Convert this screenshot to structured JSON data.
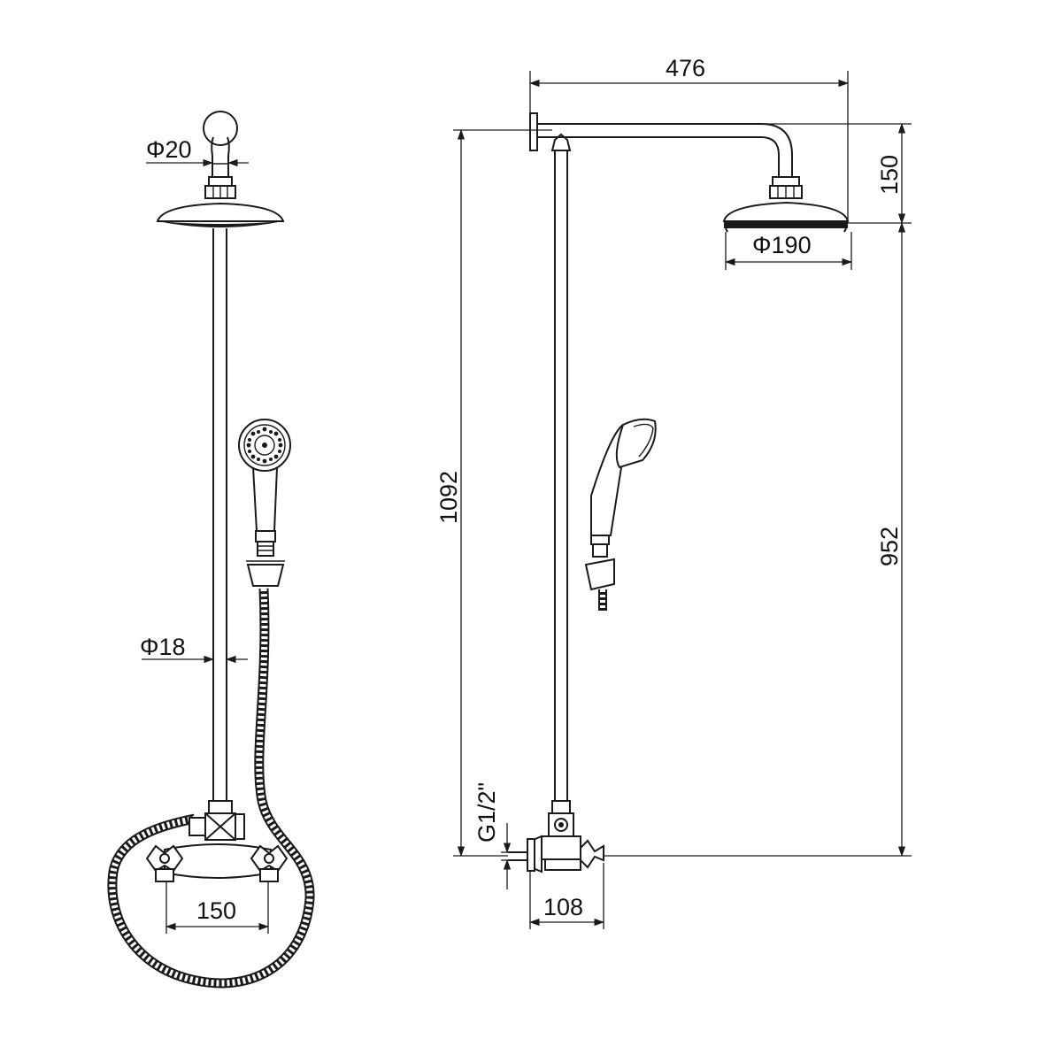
{
  "dimensions": {
    "overall_width": "476",
    "arm_drop": "150",
    "head_diameter": "Φ190",
    "total_height": "1092",
    "mixer_to_head": "952",
    "inlet_thread": "G1/2\"",
    "mixer_projection": "108",
    "handle_spacing": "150",
    "riser_diameter": "Φ18",
    "top_pipe_diameter": "Φ20"
  },
  "colors": {
    "line": "#1a1a1a",
    "background": "#ffffff"
  }
}
